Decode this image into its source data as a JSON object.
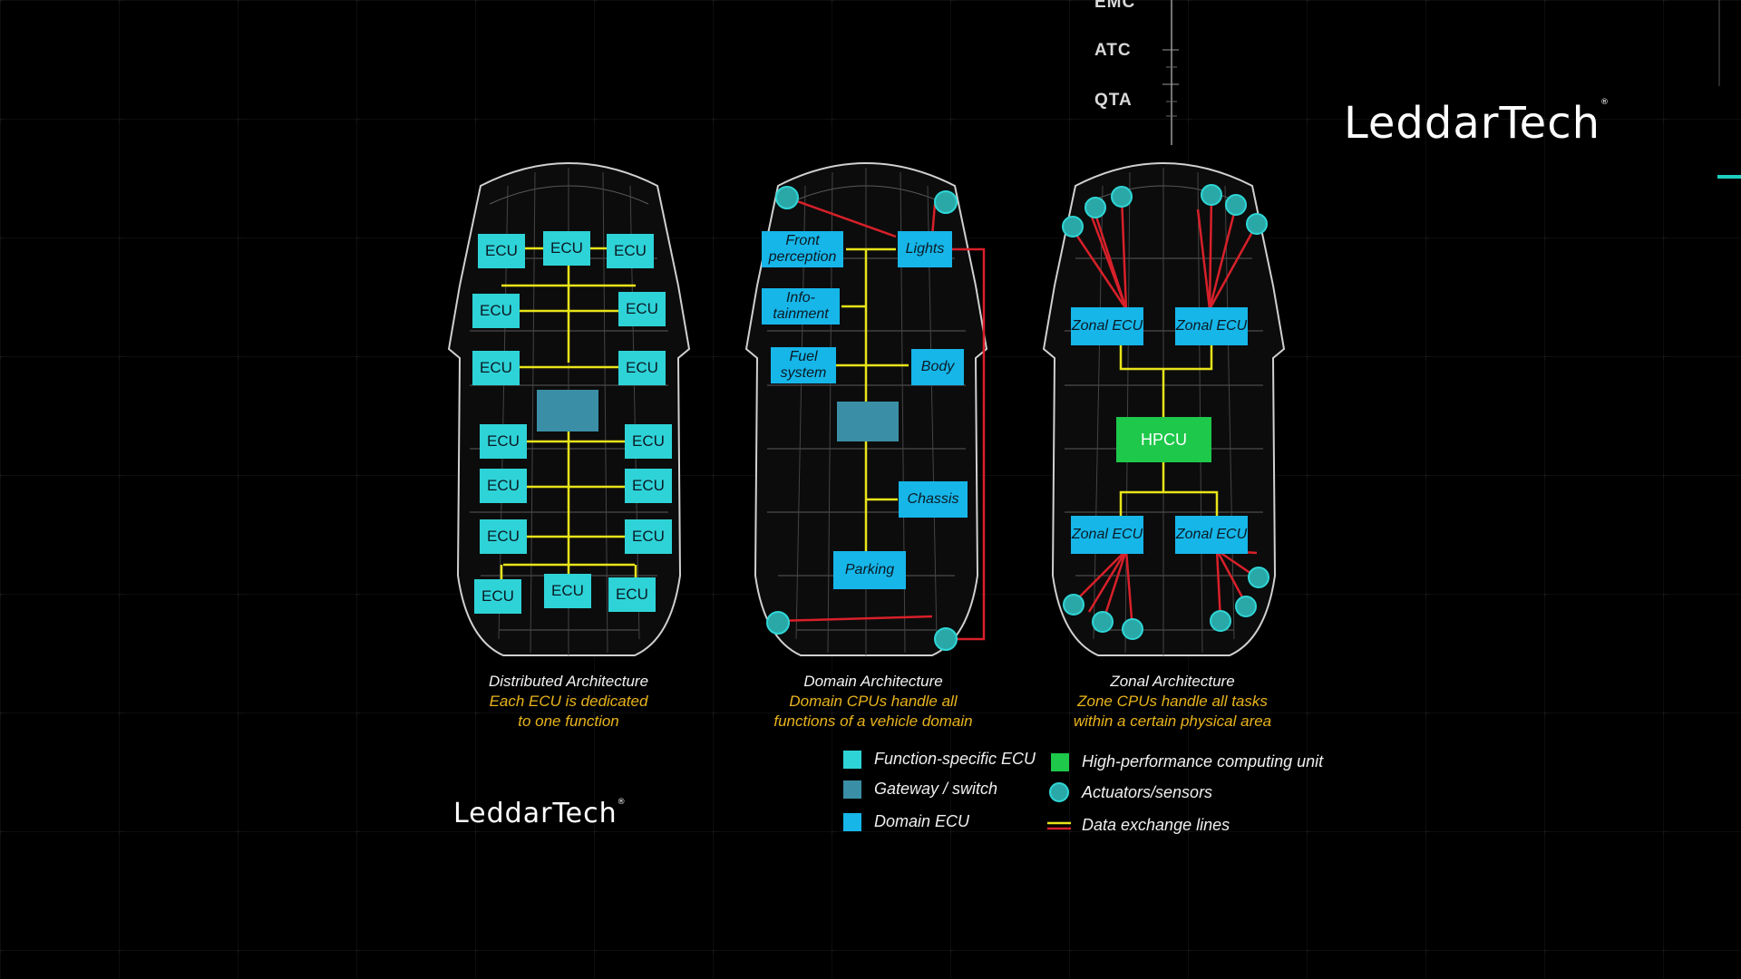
{
  "hud": {
    "labels": [
      "EMC",
      "ATC",
      "QTA"
    ]
  },
  "logo": {
    "text": "LeddarTech",
    "reg_mark": "®"
  },
  "architectures": [
    {
      "title": "Distributed Architecture",
      "description_line1": "Each ECU is dedicated",
      "description_line2": "to one function",
      "boxes": [
        "ECU",
        "ECU",
        "ECU",
        "ECU",
        "ECU",
        "ECU",
        "ECU",
        "ECU",
        "ECU",
        "ECU",
        "ECU",
        "ECU",
        "ECU",
        "ECU",
        "ECU",
        "ECU"
      ]
    },
    {
      "title": "Domain Architecture",
      "description_line1": "Domain CPUs handle all",
      "description_line2": "functions of a vehicle domain",
      "boxes": [
        "Front perception",
        "Lights",
        "Info-tainment",
        "Fuel system",
        "Body",
        "Chassis",
        "Parking"
      ]
    },
    {
      "title": "Zonal Architecture",
      "description_line1": "Zone CPUs handle all tasks",
      "description_line2": "within a certain physical area",
      "boxes": [
        "Zonal ECU",
        "Zonal ECU",
        "Zonal ECU",
        "Zonal ECU",
        "HPCU"
      ]
    }
  ],
  "legend": {
    "function_ecu": "Function-specific ECU",
    "gateway": "Gateway / switch",
    "domain_ecu": "Domain ECU",
    "hpcu": "High-performance computing unit",
    "actuators": "Actuators/sensors",
    "lines": "Data exchange lines"
  },
  "colors": {
    "function_ecu": "#2ed3d7",
    "gateway": "#3a8fa6",
    "domain_ecu": "#16b6e9",
    "hpcu": "#1ec84a",
    "yellow_line": "#e8e41a",
    "red_line": "#d8202a",
    "caption_accent": "#e9b41c"
  }
}
